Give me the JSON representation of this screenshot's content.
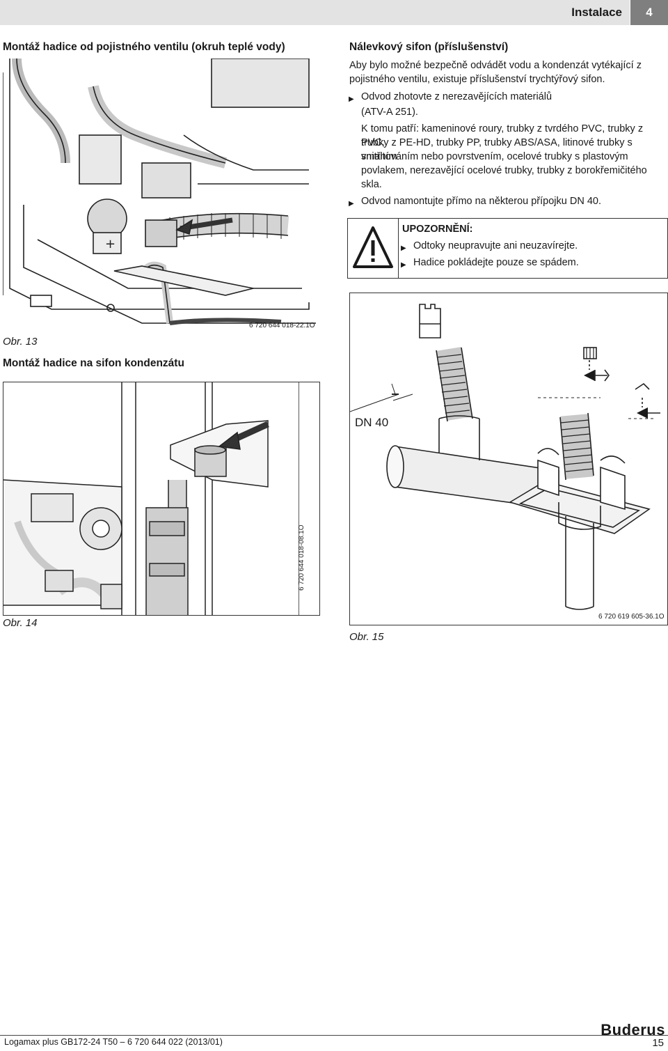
{
  "header": {
    "section": "Instalace",
    "chapter": "4"
  },
  "left": {
    "heading1": "Montáž hadice od pojistného ventilu (okruh teplé vody)",
    "fig13_id": "6 720 644 018-22.1O",
    "fig13_caption": "Obr. 13",
    "heading2": "Montáž hadice na sifon kondenzátu",
    "fig14_id": "6 720 644 018-08.1O",
    "fig14_caption": "Obr. 14"
  },
  "right": {
    "heading": "Nálevkový sifon (příslušenství)",
    "intro_1": "Aby bylo možné bezpečně odvádět vodu a kondenzát vytékající z",
    "intro_2": "pojistného ventilu, existuje příslušenství trychtýřový sifon.",
    "bullet1_1": "Odvod zhotovte z nerezavějících materiálů",
    "bullet1_2": "(ATV-A 251).",
    "detail_1": "K tomu patří: kameninové roury, trubky z tvrdého PVC, trubky z PVC,",
    "detail_2": "trubky z PE-HD, trubky PP, trubky ABS/ASA, litinové trubky s vnitřním",
    "detail_3": "smaltováním nebo povrstvením, ocelové trubky s plastovým",
    "detail_4": "povlakem, nerezavějící ocelové trubky, trubky z borokřemičitého",
    "detail_5": "skla.",
    "bullet2": "Odvod namontujte přímo na některou přípojku DN 40.",
    "warning_title": "UPOZORNĚNÍ:",
    "warning_1": "Odtoky neupravujte ani neuzavírejte.",
    "warning_2": "Hadice pokládejte pouze se spádem.",
    "fig15_dn": "DN 40",
    "fig15_id": "6 720 619 605-36.1O",
    "fig15_caption": "Obr. 15"
  },
  "footer": {
    "doc": "Logamax plus GB172-24 T50 – 6 720 644 022 (2013/01)",
    "brand": "Buderus",
    "page": "15"
  }
}
